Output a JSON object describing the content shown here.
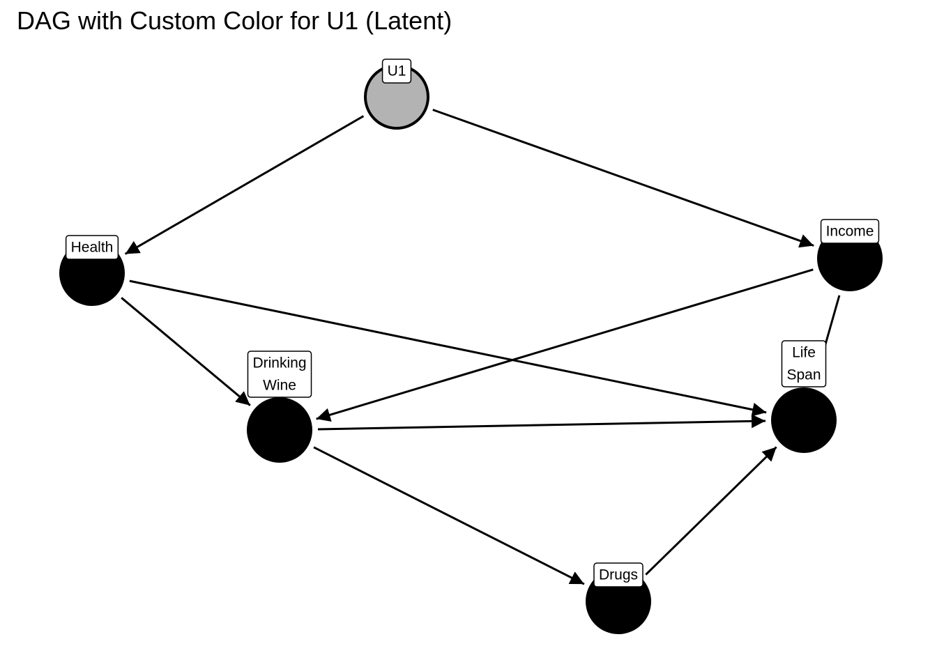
{
  "title": "DAG with Custom Color for U1 (Latent)",
  "colors": {
    "latent_fill": "#b3b3b3",
    "node_fill": "#000000",
    "edge": "#000000",
    "label_bg": "#ffffff",
    "label_border": "#000000"
  },
  "nodes": [
    {
      "id": "u1",
      "label_lines": [
        "U1"
      ],
      "latent": true
    },
    {
      "id": "health",
      "label_lines": [
        "Health"
      ],
      "latent": false
    },
    {
      "id": "income",
      "label_lines": [
        "Income"
      ],
      "latent": false
    },
    {
      "id": "drinking_wine",
      "label_lines": [
        "Drinking",
        "Wine"
      ],
      "latent": false
    },
    {
      "id": "life_span",
      "label_lines": [
        "Life",
        "Span"
      ],
      "latent": false
    },
    {
      "id": "drugs",
      "label_lines": [
        "Drugs"
      ],
      "latent": false
    }
  ],
  "edges": [
    {
      "from": "u1",
      "to": "health"
    },
    {
      "from": "u1",
      "to": "income"
    },
    {
      "from": "health",
      "to": "drinking_wine"
    },
    {
      "from": "health",
      "to": "life_span"
    },
    {
      "from": "income",
      "to": "drinking_wine"
    },
    {
      "from": "income",
      "to": "life_span"
    },
    {
      "from": "drinking_wine",
      "to": "life_span"
    },
    {
      "from": "drinking_wine",
      "to": "drugs"
    },
    {
      "from": "drugs",
      "to": "life_span"
    }
  ]
}
